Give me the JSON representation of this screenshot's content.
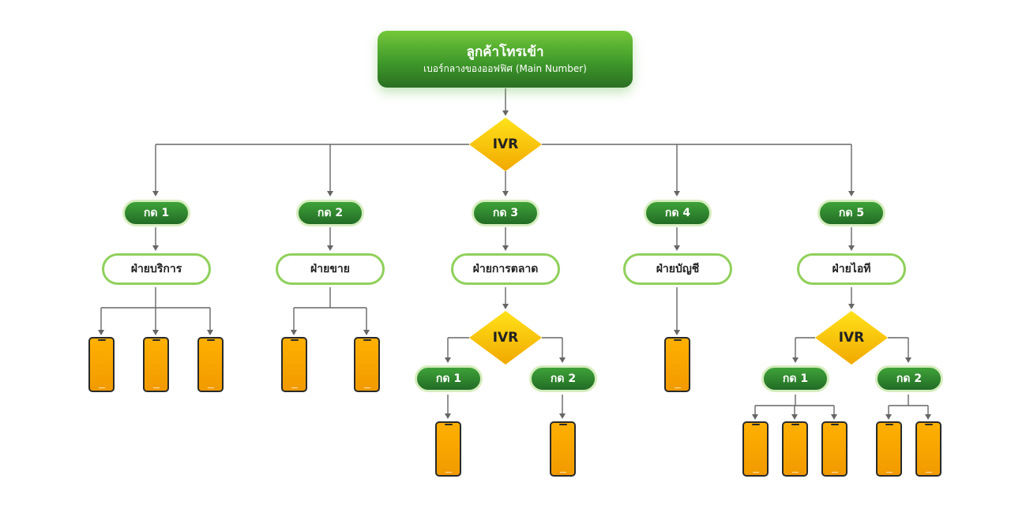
{
  "diagram": {
    "top": {
      "title": "ลูกค้าโทรเข้า",
      "subtitle": "เบอร์กลางของออฟฟิศ (Main Number)"
    },
    "ivr": {
      "main": "IVR",
      "marketing": "IVR",
      "it": "IVR"
    },
    "branches": [
      {
        "key": "b1",
        "press": "กด 1",
        "department": "ฝ่ายบริการ",
        "phones": 3
      },
      {
        "key": "b2",
        "press": "กด 2",
        "department": "ฝ่ายขาย",
        "phones": 2
      },
      {
        "key": "b3",
        "press": "กด 3",
        "department": "ฝ่ายการตลาด",
        "sub": [
          {
            "key": "b3s1",
            "press": "กด 1",
            "phones": 1
          },
          {
            "key": "b3s2",
            "press": "กด 2",
            "phones": 1
          }
        ]
      },
      {
        "key": "b4",
        "press": "กด 4",
        "department": "ฝ่ายบัญชี",
        "phones": 1
      },
      {
        "key": "b5",
        "press": "กด 5",
        "department": "ฝ่ายไอที",
        "sub": [
          {
            "key": "b5s1",
            "press": "กด 1",
            "phones": 3
          },
          {
            "key": "b5s2",
            "press": "กด 2",
            "phones": 2
          }
        ]
      }
    ],
    "colors": {
      "green_dark": "#226c26",
      "green_light": "#8fd05a",
      "ivr_yellow": "#f6b800",
      "phone_orange": "#f7a600",
      "connector": "#666666"
    }
  }
}
